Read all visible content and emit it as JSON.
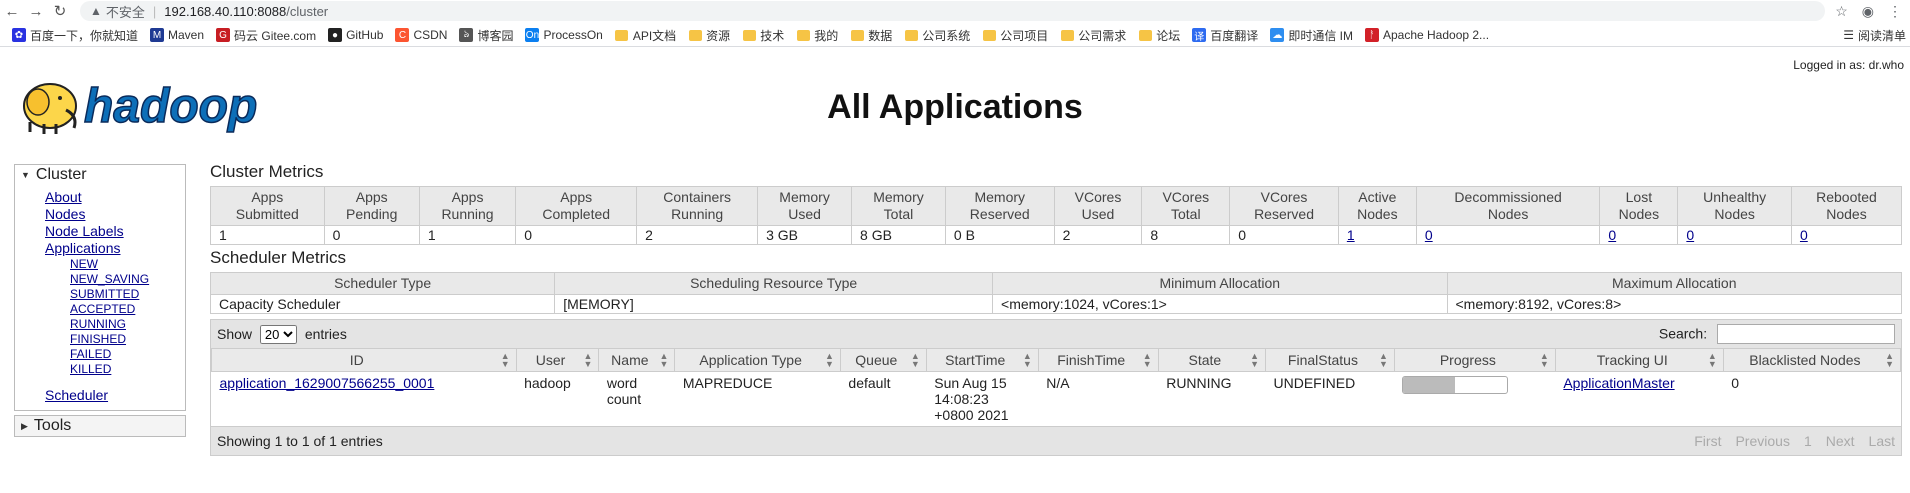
{
  "browser": {
    "insecure_label": "不安全",
    "url_host": "192.168.40.110:8088",
    "url_path": "/cluster",
    "bookmarks": [
      {
        "label": "百度一下，你就知道",
        "icon": "baidu-icon",
        "color": "#2932e1",
        "glyph": "✿"
      },
      {
        "label": "Maven",
        "icon": "maven-icon",
        "color": "#1f3a93",
        "glyph": "M"
      },
      {
        "label": "码云 Gitee.com",
        "icon": "gitee-icon",
        "color": "#c71d23",
        "glyph": "G"
      },
      {
        "label": "GitHub",
        "icon": "github-icon",
        "color": "#222222",
        "glyph": "●"
      },
      {
        "label": "CSDN",
        "icon": "csdn-icon",
        "color": "#fc5531",
        "glyph": "C"
      },
      {
        "label": "博客园",
        "icon": "cnblogs-icon",
        "color": "#555555",
        "glyph": "ঌ"
      },
      {
        "label": "ProcessOn",
        "icon": "processon-icon",
        "color": "#0b7ff0",
        "glyph": "On"
      },
      {
        "label": "API文档",
        "icon": "folder-icon",
        "color": "#f6c445",
        "glyph": ""
      },
      {
        "label": "资源",
        "icon": "folder-icon",
        "color": "#f6c445",
        "glyph": ""
      },
      {
        "label": "技术",
        "icon": "folder-icon",
        "color": "#f6c445",
        "glyph": ""
      },
      {
        "label": "我的",
        "icon": "folder-icon",
        "color": "#f6c445",
        "glyph": ""
      },
      {
        "label": "数据",
        "icon": "folder-icon",
        "color": "#f6c445",
        "glyph": ""
      },
      {
        "label": "公司系统",
        "icon": "folder-icon",
        "color": "#f6c445",
        "glyph": ""
      },
      {
        "label": "公司项目",
        "icon": "folder-icon",
        "color": "#f6c445",
        "glyph": ""
      },
      {
        "label": "公司需求",
        "icon": "folder-icon",
        "color": "#f6c445",
        "glyph": ""
      },
      {
        "label": "论坛",
        "icon": "folder-icon",
        "color": "#f6c445",
        "glyph": ""
      },
      {
        "label": "百度翻译",
        "icon": "baidu-translate-icon",
        "color": "#2e6bf0",
        "glyph": "译"
      },
      {
        "label": "即时通信 IM",
        "icon": "im-icon",
        "color": "#2e8ef0",
        "glyph": "☁"
      },
      {
        "label": "Apache Hadoop 2...",
        "icon": "hadoop-feather-icon",
        "color": "#d22128",
        "glyph": "ᚨ"
      }
    ],
    "reading_list_label": "阅读清单"
  },
  "header": {
    "title": "All Applications",
    "logged_in": "Logged in as: dr.who",
    "logo_text": "hadoop"
  },
  "sidebar": {
    "cluster_label": "Cluster",
    "items": [
      "About",
      "Nodes",
      "Node Labels",
      "Applications"
    ],
    "app_states": [
      "NEW",
      "NEW_SAVING",
      "SUBMITTED",
      "ACCEPTED",
      "RUNNING",
      "FINISHED",
      "FAILED",
      "KILLED"
    ],
    "scheduler_label": "Scheduler",
    "tools_label": "Tools"
  },
  "cluster_metrics": {
    "title": "Cluster Metrics",
    "headers": [
      [
        "Apps",
        "Submitted"
      ],
      [
        "Apps",
        "Pending"
      ],
      [
        "Apps",
        "Running"
      ],
      [
        "Apps",
        "Completed"
      ],
      [
        "Containers",
        "Running"
      ],
      [
        "Memory",
        "Used"
      ],
      [
        "Memory",
        "Total"
      ],
      [
        "Memory",
        "Reserved"
      ],
      [
        "VCores",
        "Used"
      ],
      [
        "VCores",
        "Total"
      ],
      [
        "VCores",
        "Reserved"
      ],
      [
        "Active",
        "Nodes"
      ],
      [
        "Decommissioned",
        "Nodes"
      ],
      [
        "Lost",
        "Nodes"
      ],
      [
        "Unhealthy",
        "Nodes"
      ],
      [
        "Rebooted",
        "Nodes"
      ]
    ],
    "values": [
      "1",
      "0",
      "1",
      "0",
      "2",
      "3 GB",
      "8 GB",
      "0 B",
      "2",
      "8",
      "0",
      "1",
      "0",
      "0",
      "0",
      "0"
    ],
    "linked": [
      false,
      false,
      false,
      false,
      false,
      false,
      false,
      false,
      false,
      false,
      false,
      true,
      true,
      true,
      true,
      true
    ]
  },
  "scheduler_metrics": {
    "title": "Scheduler Metrics",
    "headers": [
      "Scheduler Type",
      "Scheduling Resource Type",
      "Minimum Allocation",
      "Maximum Allocation"
    ],
    "values": [
      "Capacity Scheduler",
      "[MEMORY]",
      "<memory:1024, vCores:1>",
      "<memory:8192, vCores:8>"
    ]
  },
  "apps_table": {
    "show_label": "Show",
    "entries_value": "20",
    "entries_label": "entries",
    "search_label": "Search:",
    "search_value": "",
    "headers": [
      "ID",
      "User",
      "Name",
      "Application Type",
      "Queue",
      "StartTime",
      "FinishTime",
      "State",
      "FinalStatus",
      "Progress",
      "Tracking UI",
      "Blacklisted Nodes"
    ],
    "rows": [
      {
        "id": "application_1629007566255_0001",
        "user": "hadoop",
        "name": "word count",
        "type": "MAPREDUCE",
        "queue": "default",
        "start_time": "Sun Aug 15 14:08:23 +0800 2021",
        "finish_time": "N/A",
        "state": "RUNNING",
        "final_status": "UNDEFINED",
        "progress": 0.5,
        "tracking_ui": "ApplicationMaster",
        "blacklisted": "0"
      }
    ],
    "footer": "Showing 1 to 1 of 1 entries",
    "pager": [
      "First",
      "Previous",
      "1",
      "Next",
      "Last"
    ]
  }
}
